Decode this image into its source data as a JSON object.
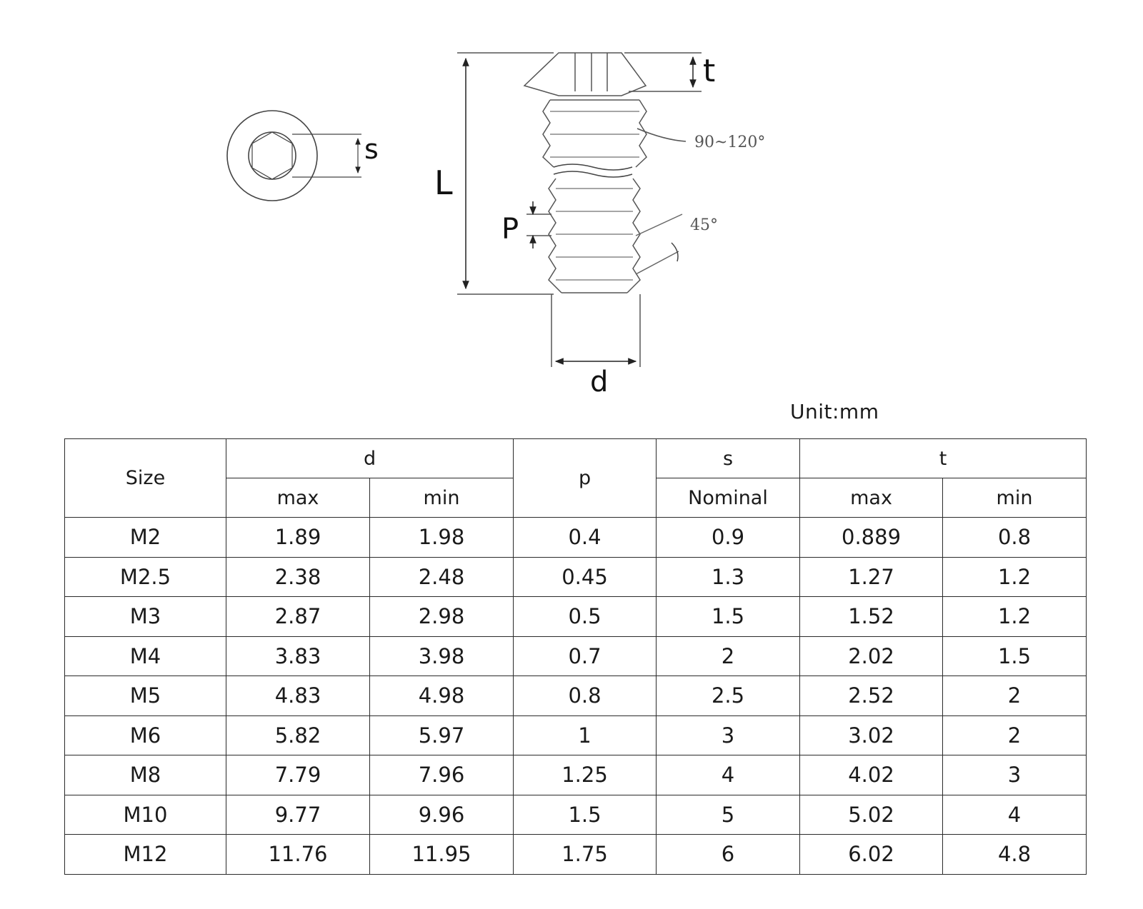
{
  "diagram": {
    "labels": {
      "s": "s",
      "t": "t",
      "L": "L",
      "P": "P",
      "d": "d"
    },
    "angle_chamfer": "90~120°",
    "angle_thread": "45°"
  },
  "unit_label": "Unit:mm",
  "table": {
    "headers": {
      "size": "Size",
      "d": "d",
      "p": "p",
      "s": "s",
      "t": "t",
      "d_max": "max",
      "d_min": "min",
      "s_nominal": "Nominal",
      "t_max": "max",
      "t_min": "min"
    },
    "rows": [
      [
        "M2",
        "1.89",
        "1.98",
        "0.4",
        "0.9",
        "0.889",
        "0.8"
      ],
      [
        "M2.5",
        "2.38",
        "2.48",
        "0.45",
        "1.3",
        "1.27",
        "1.2"
      ],
      [
        "M3",
        "2.87",
        "2.98",
        "0.5",
        "1.5",
        "1.52",
        "1.2"
      ],
      [
        "M4",
        "3.83",
        "3.98",
        "0.7",
        "2",
        "2.02",
        "1.5"
      ],
      [
        "M5",
        "4.83",
        "4.98",
        "0.8",
        "2.5",
        "2.52",
        "2"
      ],
      [
        "M6",
        "5.82",
        "5.97",
        "1",
        "3",
        "3.02",
        "2"
      ],
      [
        "M8",
        "7.79",
        "7.96",
        "1.25",
        "4",
        "4.02",
        "3"
      ],
      [
        "M10",
        "9.77",
        "9.96",
        "1.5",
        "5",
        "5.02",
        "4"
      ],
      [
        "M12",
        "11.76",
        "11.95",
        "1.75",
        "6",
        "6.02",
        "4.8"
      ]
    ]
  }
}
